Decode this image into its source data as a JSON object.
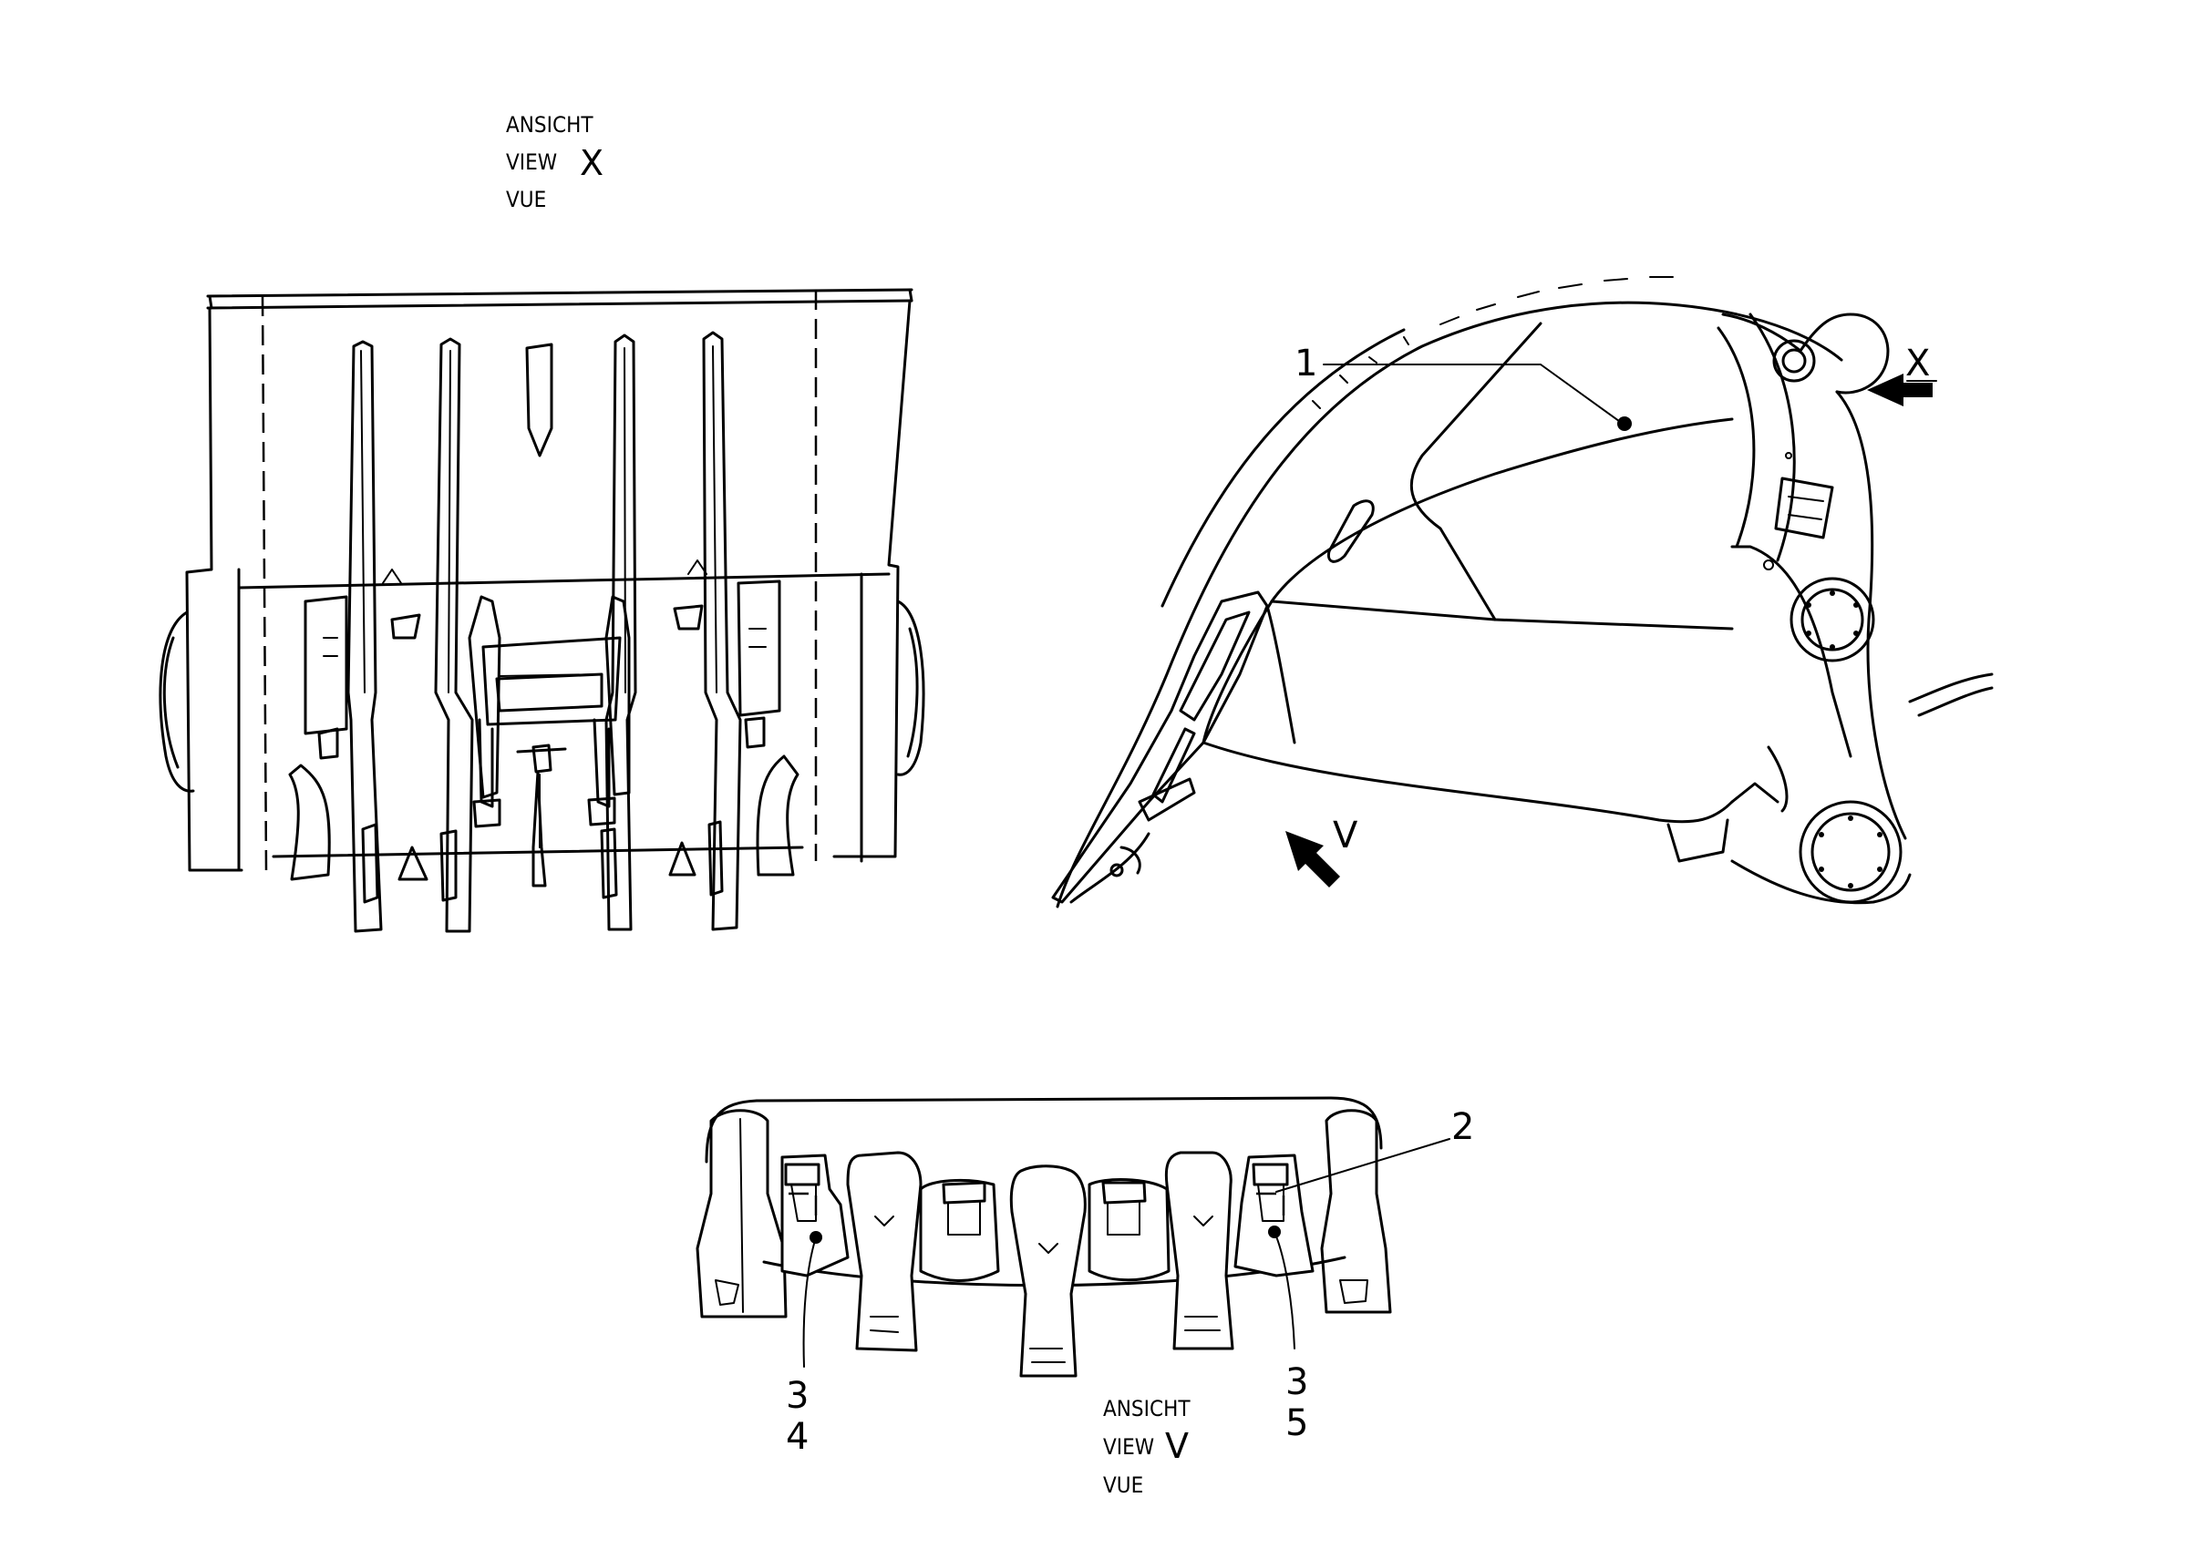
{
  "view_x_caption": {
    "line1": "ANSICHT",
    "line2": "VIEW",
    "line3": "VUE",
    "letter": "X"
  },
  "view_v_caption": {
    "line1": "ANSICHT",
    "line2": "VIEW",
    "line3": "VUE",
    "letter": "V"
  },
  "arrows": {
    "x": "X",
    "v": "V"
  },
  "callouts": {
    "c1": "1",
    "c2": "2",
    "c3a": "3",
    "c4": "4",
    "c3b": "3",
    "c5": "5"
  }
}
